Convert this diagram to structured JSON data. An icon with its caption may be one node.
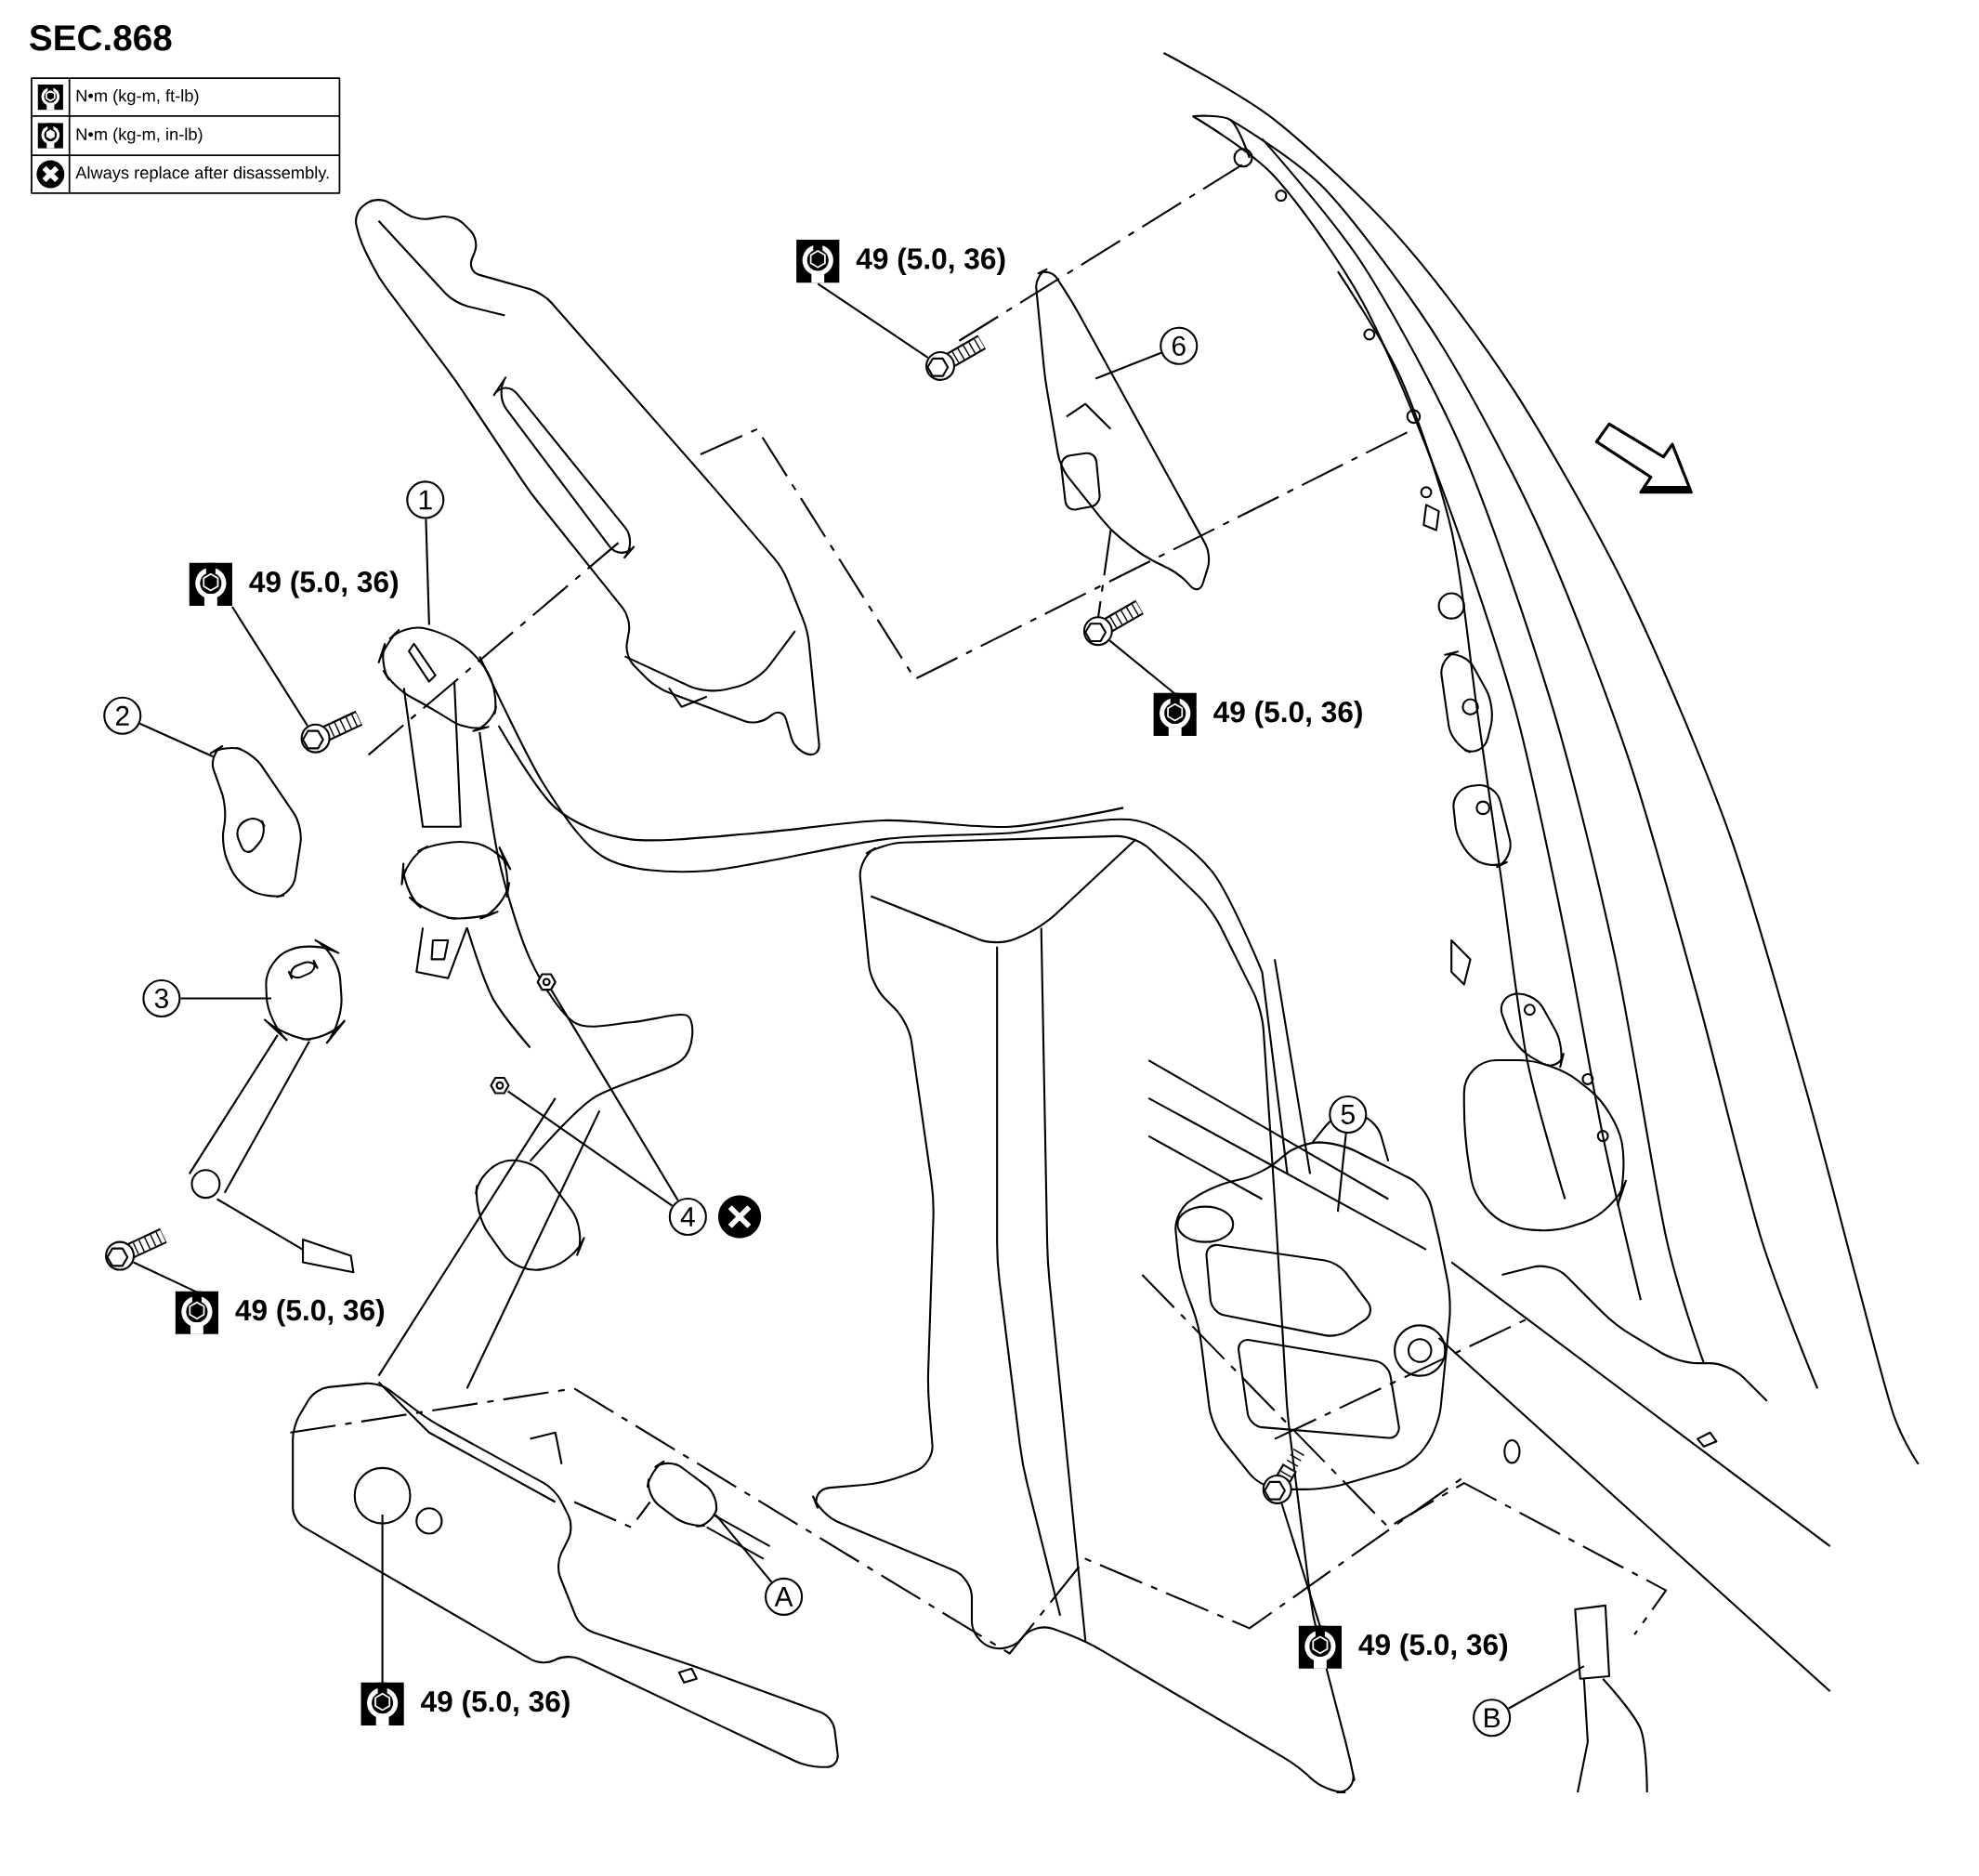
{
  "diagram": {
    "title": "SEC.868",
    "nodes": [
      {
        "text": [
          "49 (5.0, 36)"
        ]
      },
      {
        "text": [
          "6"
        ]
      },
      {
        "text": [
          "1"
        ]
      },
      {
        "text": [
          "49 (5.0, 36)"
        ]
      },
      {
        "text": [
          "49 (5.0, 36)"
        ]
      },
      {
        "text": [
          "2"
        ]
      },
      {
        "text": [
          "3"
        ]
      },
      {
        "text": [
          "5"
        ]
      },
      {
        "text": [
          "4"
        ]
      },
      {
        "text": [
          "49 (5.0, 36)"
        ]
      },
      {
        "text": [
          "A"
        ]
      },
      {
        "text": [
          "49 (5.0, 36)"
        ]
      },
      {
        "text": [
          "49 (5.0, 36)"
        ]
      },
      {
        "text": [
          "B"
        ]
      },
      {
        "text": [],
        "shape": "picture"
      },
      {
        "text": [],
        "shape": "picture"
      },
      {
        "text": [],
        "shape": "picture"
      },
      {
        "text": [],
        "shape": "picture"
      },
      {
        "text": [],
        "shape": "picture"
      },
      {
        "text": [],
        "shape": "picture"
      },
      {
        "text": [],
        "shape": "picture"
      }
    ],
    "edges": [
      {
        "from": 0,
        "to": 18,
        "arrow": "none"
      },
      {
        "from": 1,
        "to": null,
        "arrow": "none"
      },
      {
        "from": 2,
        "to": null,
        "arrow": "none"
      },
      {
        "from": 3,
        "to": 15,
        "arrow": "none"
      },
      {
        "from": 4,
        "to": 19,
        "arrow": "none"
      },
      {
        "from": 5,
        "to": null,
        "arrow": "none"
      },
      {
        "from": 6,
        "to": null,
        "arrow": "none"
      },
      {
        "from": 7,
        "to": null,
        "arrow": "none"
      },
      {
        "from": 8,
        "to": 17,
        "arrow": "none"
      },
      {
        "from": 8,
        "to": 16,
        "arrow": "none"
      },
      {
        "from": 9,
        "to": 14,
        "arrow": "none"
      },
      {
        "from": 10,
        "to": null,
        "arrow": "none"
      },
      {
        "from": 11,
        "to": 20,
        "arrow": "none"
      },
      {
        "from": 12,
        "to": null,
        "arrow": "none"
      },
      {
        "from": 13,
        "to": null,
        "arrow": "none"
      }
    ],
    "legend": [
      {
        "text": "N•m (kg-m, ft-lb)"
      },
      {
        "text": "N•m (kg-m, in-lb)"
      },
      {
        "text": "Always replace after disassembly."
      }
    ]
  }
}
